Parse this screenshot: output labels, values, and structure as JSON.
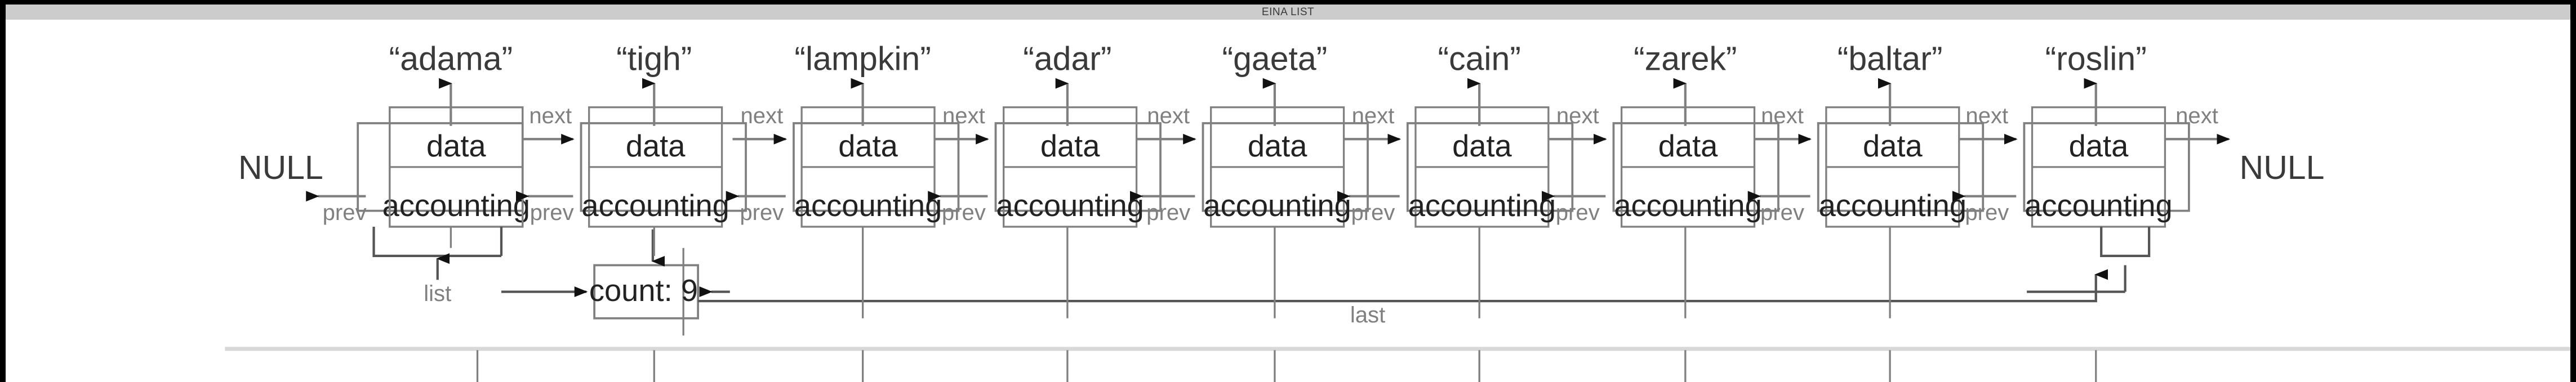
{
  "window": {
    "title": "EINA LIST",
    "titlebar_color": "#cccccc",
    "background_color": "#ffffff",
    "border_color": "#000000"
  },
  "diagram": {
    "type": "doubly-linked-list",
    "node_count": 9,
    "head_terminator": "NULL",
    "tail_terminator": "NULL",
    "cell_labels": {
      "top": "data",
      "bottom": "accounting"
    },
    "edge_labels": {
      "next": "next",
      "prev": "prev"
    },
    "nodes": [
      {
        "name": "“adama”",
        "data": "data",
        "accounting": "accounting"
      },
      {
        "name": "“tigh”",
        "data": "data",
        "accounting": "accounting"
      },
      {
        "name": "“lampkin”",
        "data": "data",
        "accounting": "accounting"
      },
      {
        "name": "“adar”",
        "data": "data",
        "accounting": "accounting"
      },
      {
        "name": "“gaeta”",
        "data": "data",
        "accounting": "accounting"
      },
      {
        "name": "“cain”",
        "data": "data",
        "accounting": "accounting"
      },
      {
        "name": "“zarek”",
        "data": "data",
        "accounting": "accounting"
      },
      {
        "name": "“baltar”",
        "data": "data",
        "accounting": "accounting"
      },
      {
        "name": "“roslin”",
        "data": "data",
        "accounting": "accounting"
      }
    ],
    "accounting_block": {
      "count_label": "count: 9",
      "count_value": 9,
      "pointers": [
        {
          "name": "list",
          "label": "list"
        },
        {
          "name": "last",
          "label": "last"
        }
      ]
    }
  }
}
